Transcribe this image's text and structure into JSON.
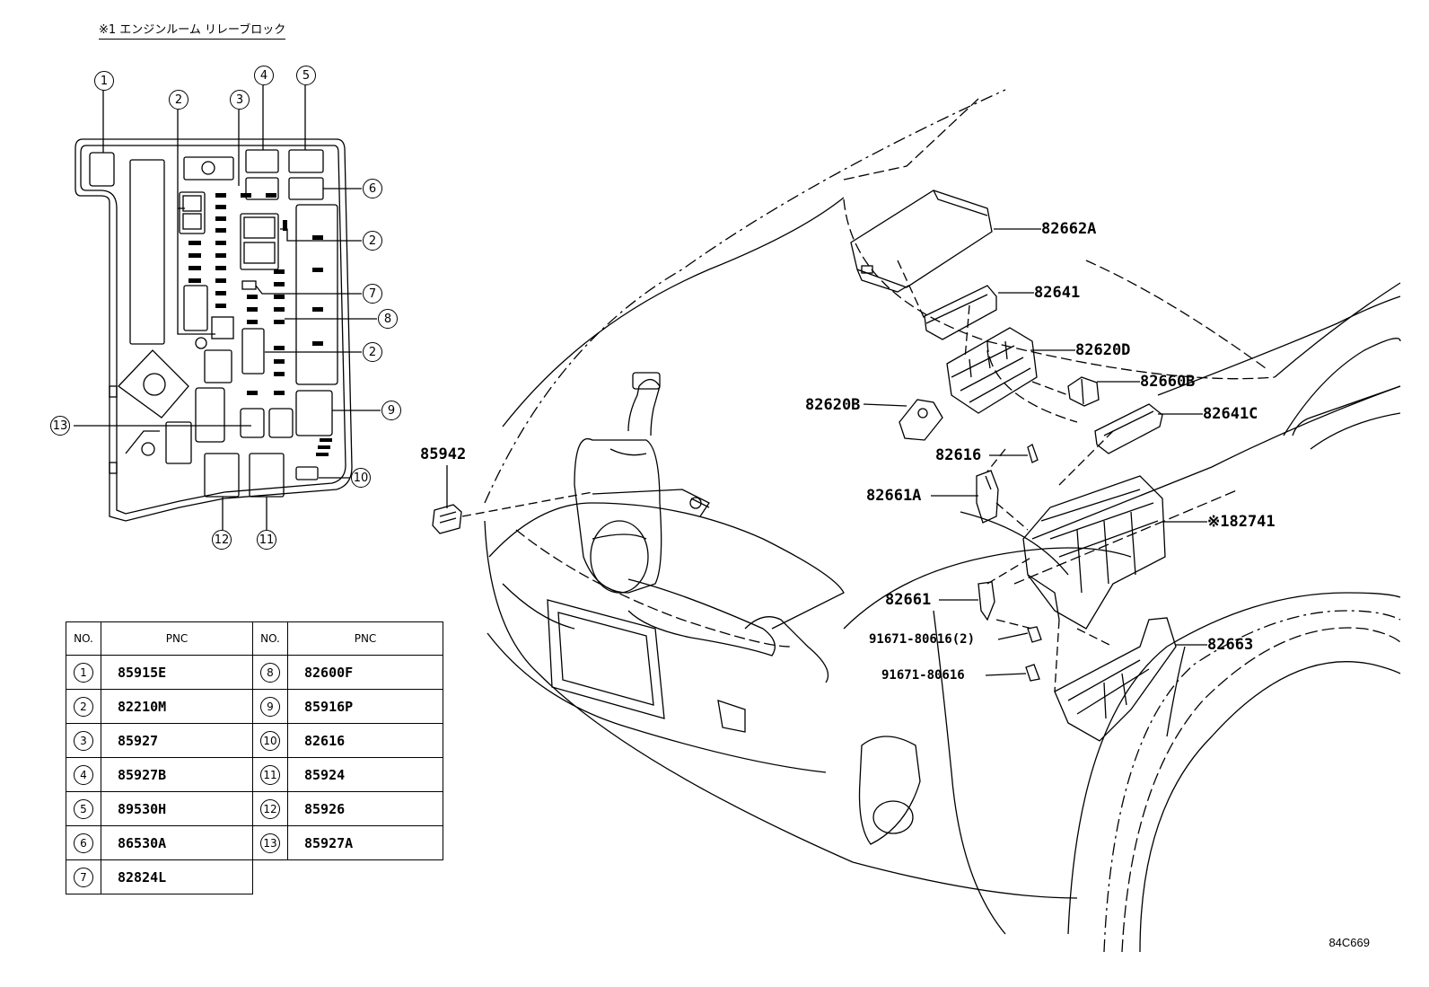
{
  "title": "※1 エンジンルーム リレーブロック",
  "diagram_code": "84C669",
  "relay_callouts": [
    "1",
    "2",
    "3",
    "4",
    "5",
    "6",
    "2",
    "7",
    "8",
    "2",
    "9",
    "13",
    "10",
    "12",
    "11"
  ],
  "part_labels": {
    "p82662A": "82662A",
    "p82641": "82641",
    "p82620D": "82620D",
    "p82660B": "82660B",
    "p82620B": "82620B",
    "p82641C": "82641C",
    "p82616": "82616",
    "p85942": "85942",
    "p82661A": "82661A",
    "p82741": "※182741",
    "p82661": "82661",
    "p91671a": "91671-80616(2)",
    "p91671b": "91671-80616",
    "p82663": "82663"
  },
  "table": {
    "header_no": "NO.",
    "header_pnc": "PNC",
    "left": [
      {
        "no": "1",
        "pnc": "85915E"
      },
      {
        "no": "2",
        "pnc": "82210M"
      },
      {
        "no": "3",
        "pnc": "85927"
      },
      {
        "no": "4",
        "pnc": "85927B"
      },
      {
        "no": "5",
        "pnc": "89530H"
      },
      {
        "no": "6",
        "pnc": "86530A"
      },
      {
        "no": "7",
        "pnc": "82824L"
      }
    ],
    "right": [
      {
        "no": "8",
        "pnc": "82600F"
      },
      {
        "no": "9",
        "pnc": "85916P"
      },
      {
        "no": "10",
        "pnc": "82616"
      },
      {
        "no": "11",
        "pnc": "85924"
      },
      {
        "no": "12",
        "pnc": "85926"
      },
      {
        "no": "13",
        "pnc": "85927A"
      }
    ]
  }
}
